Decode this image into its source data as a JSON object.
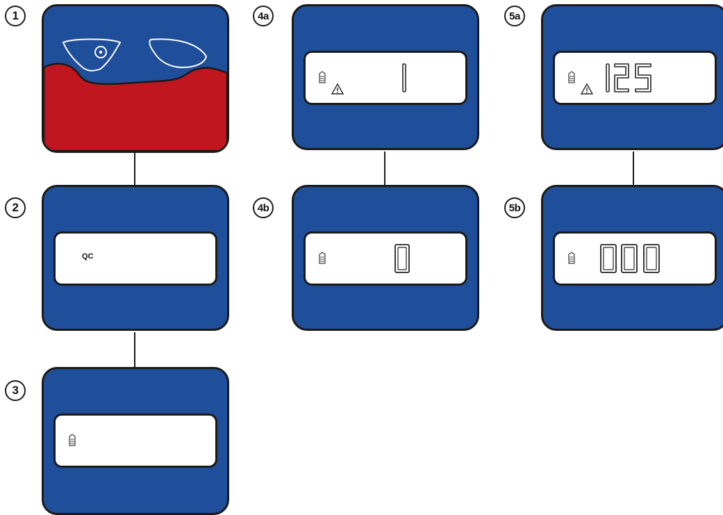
{
  "steps": [
    {
      "label": "1"
    },
    {
      "label": "2",
      "lcd_text": "QC"
    },
    {
      "label": "3"
    },
    {
      "label": "4a"
    },
    {
      "label": "4b"
    },
    {
      "label": "5a"
    },
    {
      "label": "5b"
    }
  ],
  "icons": [
    "eye-button-icon",
    "dropdown-button-icon",
    "battery-icon",
    "warning-icon"
  ],
  "colors": {
    "device_blue": "#1f4e9a",
    "cover_red": "#c0161f",
    "outline": "#1a1a1a",
    "lcd_bg": "#ffffff"
  }
}
